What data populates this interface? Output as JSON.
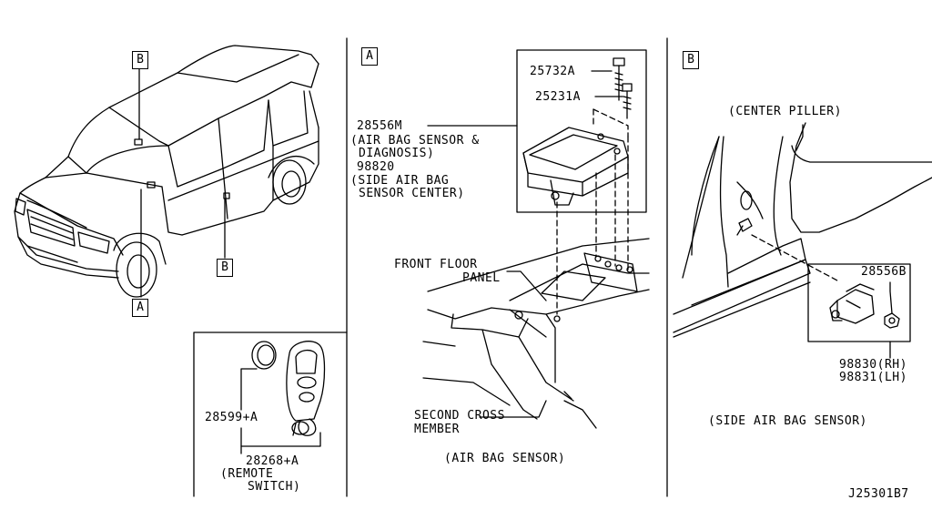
{
  "diagram_id": "J25301B7",
  "panel_a_letter": "A",
  "panel_b_letter": "B",
  "car_callouts": {
    "b_top": "B",
    "b_door": "B",
    "a_front": "A"
  },
  "remote": {
    "part1": "28599+A",
    "part2": "28268+A",
    "name_line1": "(REMOTE",
    "name_line2": "SWITCH)"
  },
  "airbag_sensor": {
    "screw1": "25732A",
    "screw2": "25231A",
    "part_main": "28556M",
    "desc1_line1": "(AIR BAG SENSOR &",
    "desc1_line2": "DIAGNOSIS)",
    "part_alt": "98820",
    "desc2_line1": "(SIDE AIR BAG",
    "desc2_line2": "SENSOR CENTER)",
    "front_floor_line1": "FRONT FLOOR",
    "front_floor_line2": "PANEL",
    "cross_line1": "SECOND CROSS",
    "cross_line2": "MEMBER",
    "caption": "(AIR BAG SENSOR)"
  },
  "side_sensor": {
    "pillar": "(CENTER PILLER)",
    "nut": "28556B",
    "rh": "98830(RH)",
    "lh": "98831(LH)",
    "caption": "(SIDE AIR BAG SENSOR)"
  }
}
